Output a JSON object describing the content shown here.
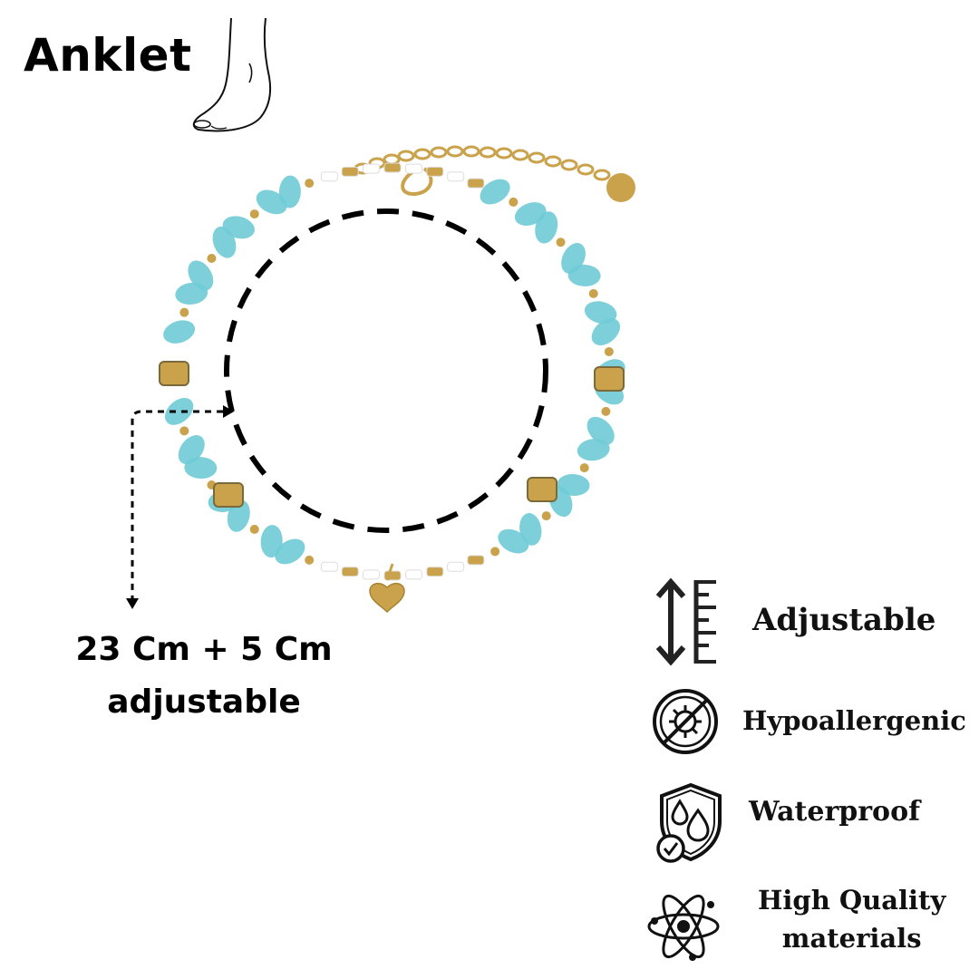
{
  "title": "Anklet",
  "size": {
    "line1": "23 Cm + 5 Cm",
    "line2": "adjustable"
  },
  "features": {
    "adjustable": {
      "label": "Adjustable",
      "icon": "ruler-arrow-icon"
    },
    "hypoallergenic": {
      "label": "Hypoallergenic",
      "icon": "no-germs-icon"
    },
    "waterproof": {
      "label": "Waterproof",
      "icon": "water-shield-icon"
    },
    "quality": {
      "line1": "High Quality",
      "line2": "materials",
      "icon": "atom-icon"
    }
  },
  "colors": {
    "stone": "#6fcbd6",
    "gold": "#c9a24b",
    "white_bead": "#ffffff",
    "ink": "#000000"
  }
}
